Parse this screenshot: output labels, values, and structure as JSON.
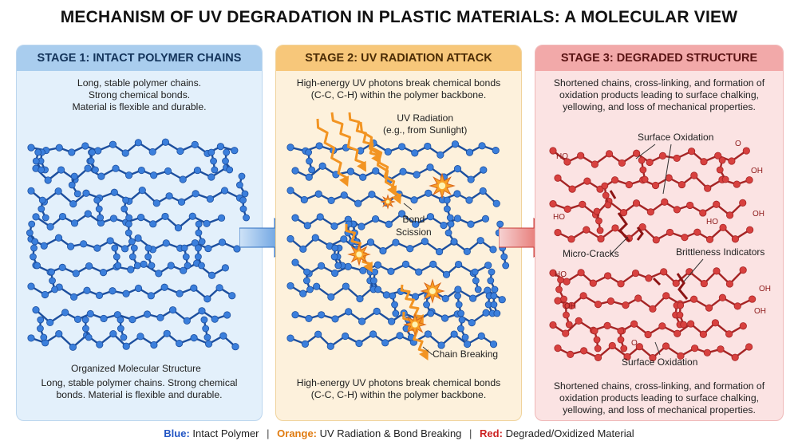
{
  "title": "MECHANISM OF UV DEGRADATION IN PLASTIC MATERIALS: A MOLECULAR VIEW",
  "stage1": {
    "header": "STAGE 1: INTACT POLYMER CHAINS",
    "top_text": [
      "Long, stable polymer chains.",
      "Strong chemical bonds.",
      "Material is flexible and durable."
    ],
    "caption": "Organized Molecular Structure",
    "bottom_text": [
      "Long, stable polymer chains. Strong chemical",
      "bonds. Material is flexible and durable."
    ]
  },
  "stage2": {
    "header": "STAGE 2: UV RADIATION ATTACK",
    "top_text": [
      "High-energy UV photons break chemical bonds",
      "(C-C, C-H) within the polymer backbone."
    ],
    "uv_label": [
      "UV Radiation",
      "(e.g., from Sunlight)"
    ],
    "bond_label": [
      "Bond",
      "Scission"
    ],
    "chain_label": "Chain Breaking",
    "bottom_text": [
      "High-energy UV photons break chemical bonds",
      "(C-C, C-H) within the polymer backbone."
    ]
  },
  "stage3": {
    "header": "STAGE 3: DEGRADED STRUCTURE",
    "top_text": [
      "Shortened chains, cross-linking, and formation of",
      "oxidation products leading to surface chalking,",
      "yellowing, and loss of mechanical properties."
    ],
    "surface_oxidation_top": "Surface Oxidation",
    "micro_cracks": "Micro-Cracks",
    "brittleness": "Brittleness Indicators",
    "surface_oxidation_bottom": "Surface Oxidation",
    "oh_label": "OH",
    "ho_label": "HO",
    "o_label": "O",
    "bottom_text": [
      "Shortened chains, cross-linking, and formation of",
      "oxidation products leading to surface chalking,",
      "yellowing, and loss of mechanical properties."
    ]
  },
  "legend": {
    "blue_key": "Blue:",
    "blue_text": "Intact Polymer",
    "orange_key": "Orange:",
    "orange_text": "UV Radiation & Bond Breaking",
    "red_key": "Red:",
    "red_text": "Degraded/Oxidized Material",
    "separator": "|"
  },
  "colors": {
    "blue": "#2f6fd0",
    "blue_dark": "#1d4f9e",
    "orange": "#f29422",
    "red": "#d8413f",
    "red_dark": "#a52525",
    "legend_blue": "#2255c4",
    "legend_orange": "#e07b10",
    "legend_red": "#cc2222"
  }
}
